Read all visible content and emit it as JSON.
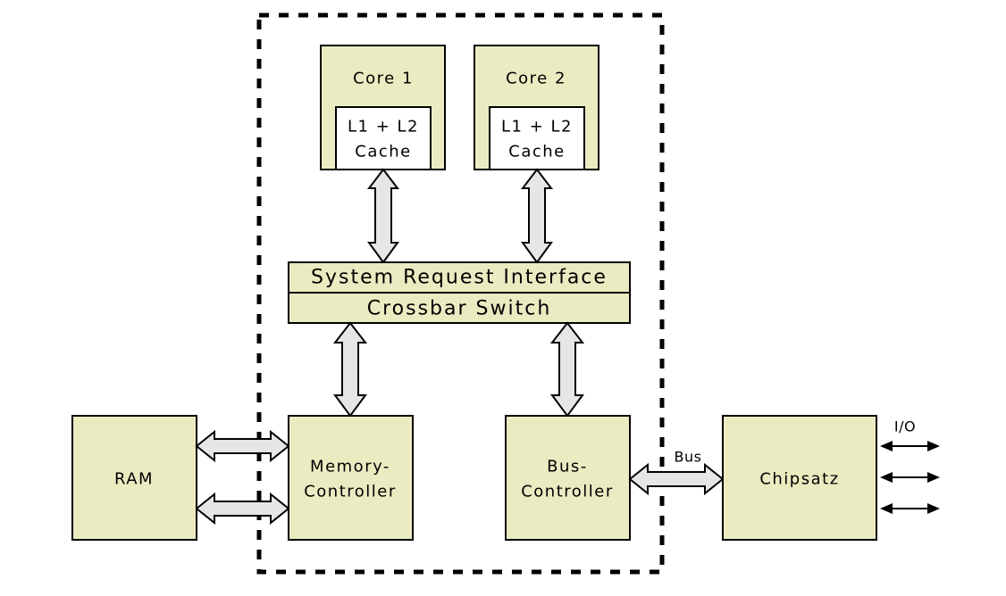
{
  "blocks": {
    "core1": {
      "title": "Core 1",
      "cache_line1": "L1 + L2",
      "cache_line2": "Cache"
    },
    "core2": {
      "title": "Core 2",
      "cache_line1": "L1 + L2",
      "cache_line2": "Cache"
    },
    "sri": "System Request Interface",
    "crossbar": "Crossbar Switch",
    "ram": "RAM",
    "memory_controller": {
      "line1": "Memory-",
      "line2": "Controller"
    },
    "bus_controller": {
      "line1": "Bus-",
      "line2": "Controller"
    },
    "chipset": "Chipsatz"
  },
  "connections": {
    "bus_label": "Bus",
    "io_label": "I/O"
  },
  "colors": {
    "block_fill": "#ebebc2",
    "arrow_fill": "#e6e6e6",
    "stroke": "#000000"
  }
}
